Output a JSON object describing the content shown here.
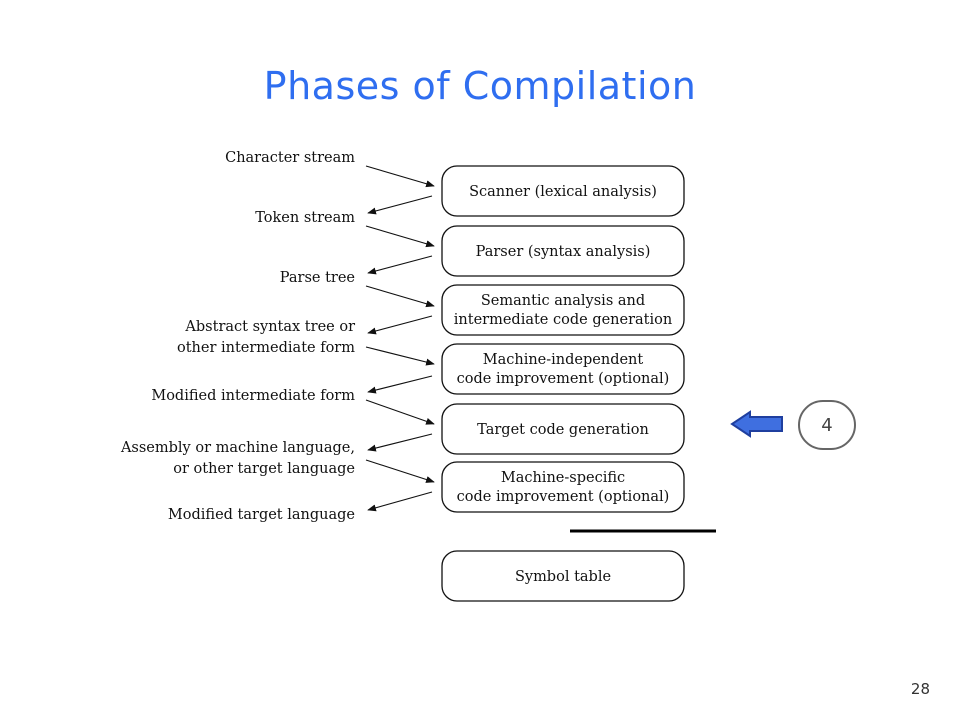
{
  "title": "Phases of Compilation",
  "slide_number": "28",
  "badge": "4",
  "data_labels": [
    [
      "Character stream"
    ],
    [
      "Token stream"
    ],
    [
      "Parse tree"
    ],
    [
      "Abstract syntax tree or",
      "other intermediate form"
    ],
    [
      "Modified intermediate form"
    ],
    [
      "Assembly or machine language,",
      "or other target language"
    ],
    [
      "Modified target language"
    ]
  ],
  "phases": [
    [
      "Scanner (lexical analysis)"
    ],
    [
      "Parser (syntax analysis)"
    ],
    [
      "Semantic analysis and",
      "intermediate code generation"
    ],
    [
      "Machine-independent",
      "code improvement (optional)"
    ],
    [
      "Target code generation"
    ],
    [
      "Machine-specific",
      "code improvement (optional)"
    ]
  ],
  "symbol_table": "Symbol table",
  "colors": {
    "title": "#2f6ef0",
    "arrow_fill": "#3f6fe0",
    "arrow_stroke": "#1f3f9f"
  }
}
